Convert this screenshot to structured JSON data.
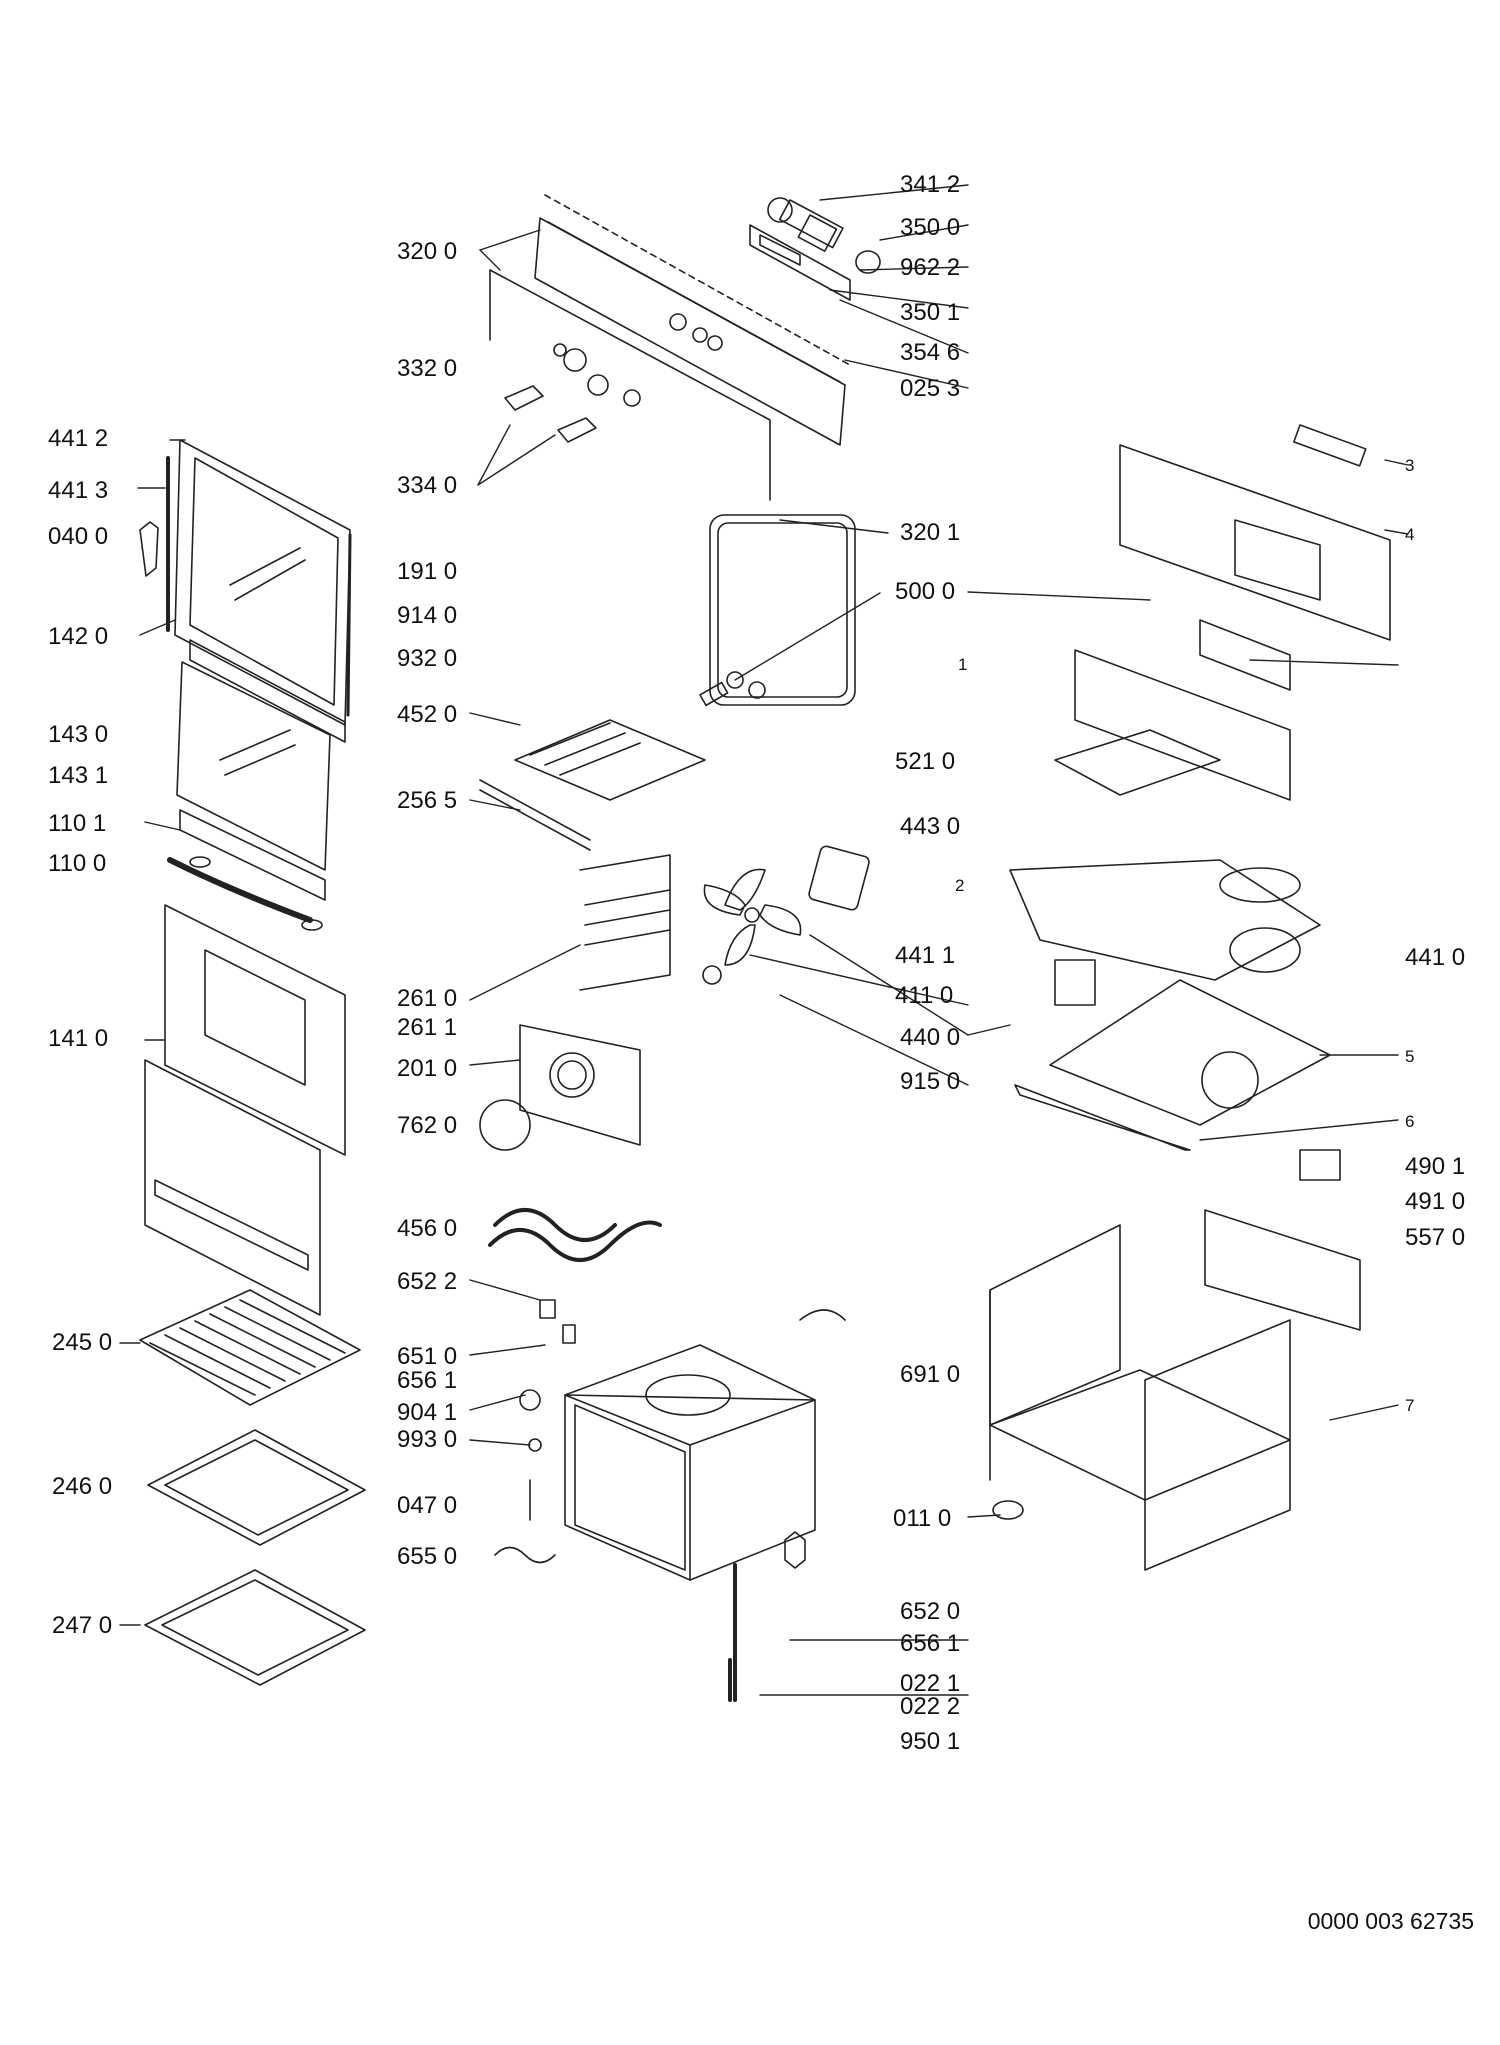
{
  "labels": {
    "l341_2": "341 2",
    "l350_0": "350 0",
    "l962_2": "962 2",
    "l350_1": "350 1",
    "l354_6": "354 6",
    "l025_3": "025 3",
    "l320_0": "320 0",
    "l332_0": "332 0",
    "l334_0": "334 0",
    "l320_1": "320 1",
    "l441_2": "441 2",
    "l441_3": "441 3",
    "l040_0": "040 0",
    "l142_0": "142 0",
    "l191_0": "191 0",
    "l914_0": "914 0",
    "l932_0": "932 0",
    "l452_0": "452 0",
    "l256_5": "256 5",
    "l143_0": "143 0",
    "l143_1": "143 1",
    "l110_1": "110 1",
    "l110_0": "110 0",
    "l500_0": "500 0",
    "l1": "1",
    "l3": "3",
    "l4": "4",
    "l521_0": "521 0",
    "l443_0": "443 0",
    "l2": "2",
    "l441_1": "441 1",
    "l411_0": "411 0",
    "l440_0": "440 0",
    "l915_0": "915 0",
    "l441_0": "441 0",
    "l5": "5",
    "l6": "6",
    "l261_0": "261 0",
    "l261_1": "261 1",
    "l201_0": "201 0",
    "l762_0": "762 0",
    "l141_0": "141 0",
    "l490_1": "490 1",
    "l491_0": "491 0",
    "l557_0": "557 0",
    "l456_0": "456 0",
    "l652_2": "652 2",
    "l651_0": "651 0",
    "l656_1a": "656 1",
    "l904_1": "904 1",
    "l993_0": "993 0",
    "l047_0": "047 0",
    "l655_0": "655 0",
    "l691_0": "691 0",
    "l7": "7",
    "l011_0": "011 0",
    "l245_0": "245 0",
    "l246_0": "246 0",
    "l247_0": "247 0",
    "l652_0": "652 0",
    "l656_1b": "656 1",
    "l022_1": "022 1",
    "l022_2": "022 2",
    "l950_1": "950 1"
  },
  "footer_code": "0000 003 62735"
}
